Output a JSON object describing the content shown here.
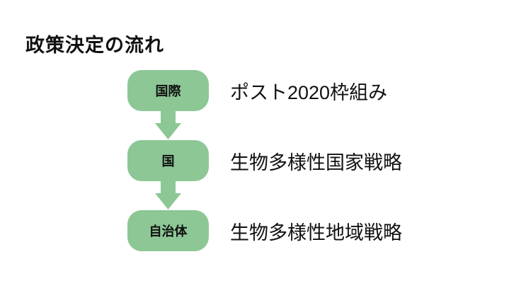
{
  "page": {
    "title": "政策決定の流れ"
  },
  "colors": {
    "box_green": "#8CC795",
    "text_black": "#111111",
    "background": "#FFFFFF"
  },
  "flow": {
    "steps": [
      {
        "box_label": "国際",
        "description": "ポスト2020枠組み"
      },
      {
        "box_label": "国",
        "description": "生物多様性国家戦略"
      },
      {
        "box_label": "自治体",
        "description": "生物多様性地域戦略"
      }
    ],
    "connector_icon": "down-arrow"
  }
}
